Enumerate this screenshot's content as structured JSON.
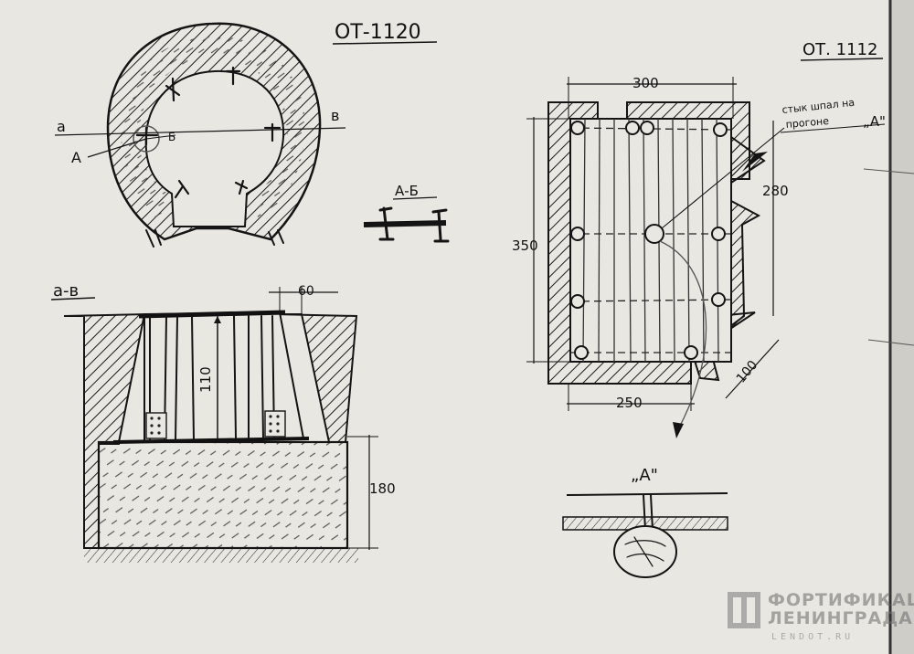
{
  "sheet": {
    "title_left": "ОТ-1120",
    "title_right": "ОТ. 1112"
  },
  "plan_view": {
    "label_a": "а",
    "label_v": "в",
    "label_A": "А",
    "label_B": "Б"
  },
  "detail_ab": {
    "label": "А-Б"
  },
  "section_av": {
    "label": "а-в",
    "dim_top": "60",
    "dim_height": "110",
    "dim_base": "180"
  },
  "ot1112": {
    "dim_width_top": "300",
    "dim_height_left": "350",
    "dim_right": "280",
    "dim_width_bottom": "250",
    "dim_diag": "100",
    "note_line1": "стык шпал на",
    "note_line2": "прогоне",
    "note_ref": "„А\""
  },
  "detail_A": {
    "label": "„А\""
  },
  "watermark": {
    "line1": "ФОРТИФИКАЦИЯ",
    "line2": "ЛЕНИНГРАДА",
    "line3": "LENDOT.RU"
  }
}
